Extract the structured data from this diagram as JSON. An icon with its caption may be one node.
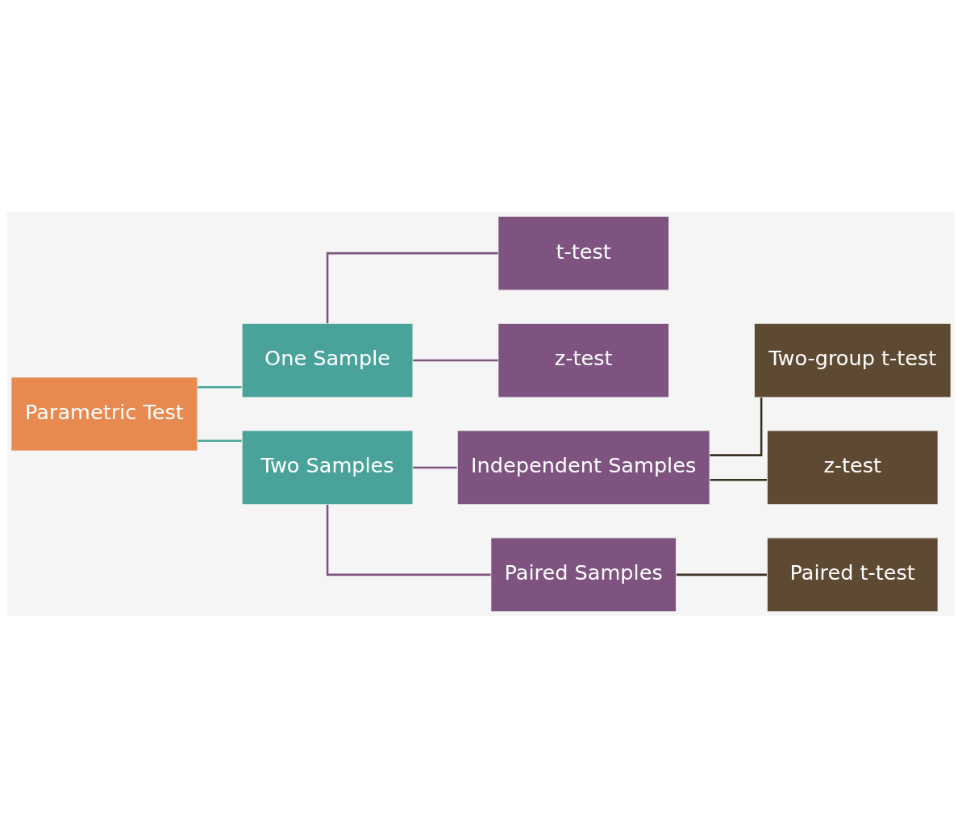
{
  "diagram": {
    "nodes": [
      {
        "text": [
          "Parametric Test"
        ]
      },
      {
        "text": [
          "One Sample"
        ]
      },
      {
        "text": [
          "Two Samples"
        ]
      },
      {
        "text": [
          "t-test"
        ]
      },
      {
        "text": [
          "z-test"
        ]
      },
      {
        "text": [
          "Independent Samples"
        ]
      },
      {
        "text": [
          "Paired Samples"
        ]
      },
      {
        "text": [
          "Two-group t-test"
        ]
      },
      {
        "text": [
          "z-test"
        ]
      },
      {
        "text": [
          "Paired t-test"
        ]
      }
    ],
    "edges": [
      {
        "from": 0,
        "to": 1,
        "arrow": "none",
        "color": "#4aa39a"
      },
      {
        "from": 0,
        "to": 2,
        "arrow": "none",
        "color": "#4aa39a"
      },
      {
        "from": 1,
        "to": 3,
        "arrow": "none"
      },
      {
        "from": 1,
        "to": 4,
        "arrow": "none"
      },
      {
        "from": 2,
        "to": 5,
        "arrow": "none"
      },
      {
        "from": 2,
        "to": 6,
        "arrow": "none"
      },
      {
        "from": 5,
        "to": 7,
        "arrow": "none",
        "color": "#3a3020"
      },
      {
        "from": 5,
        "to": 8,
        "arrow": "none",
        "color": "#3a3020"
      },
      {
        "from": 6,
        "to": 9,
        "arrow": "none",
        "color": "#3a3020"
      }
    ]
  }
}
